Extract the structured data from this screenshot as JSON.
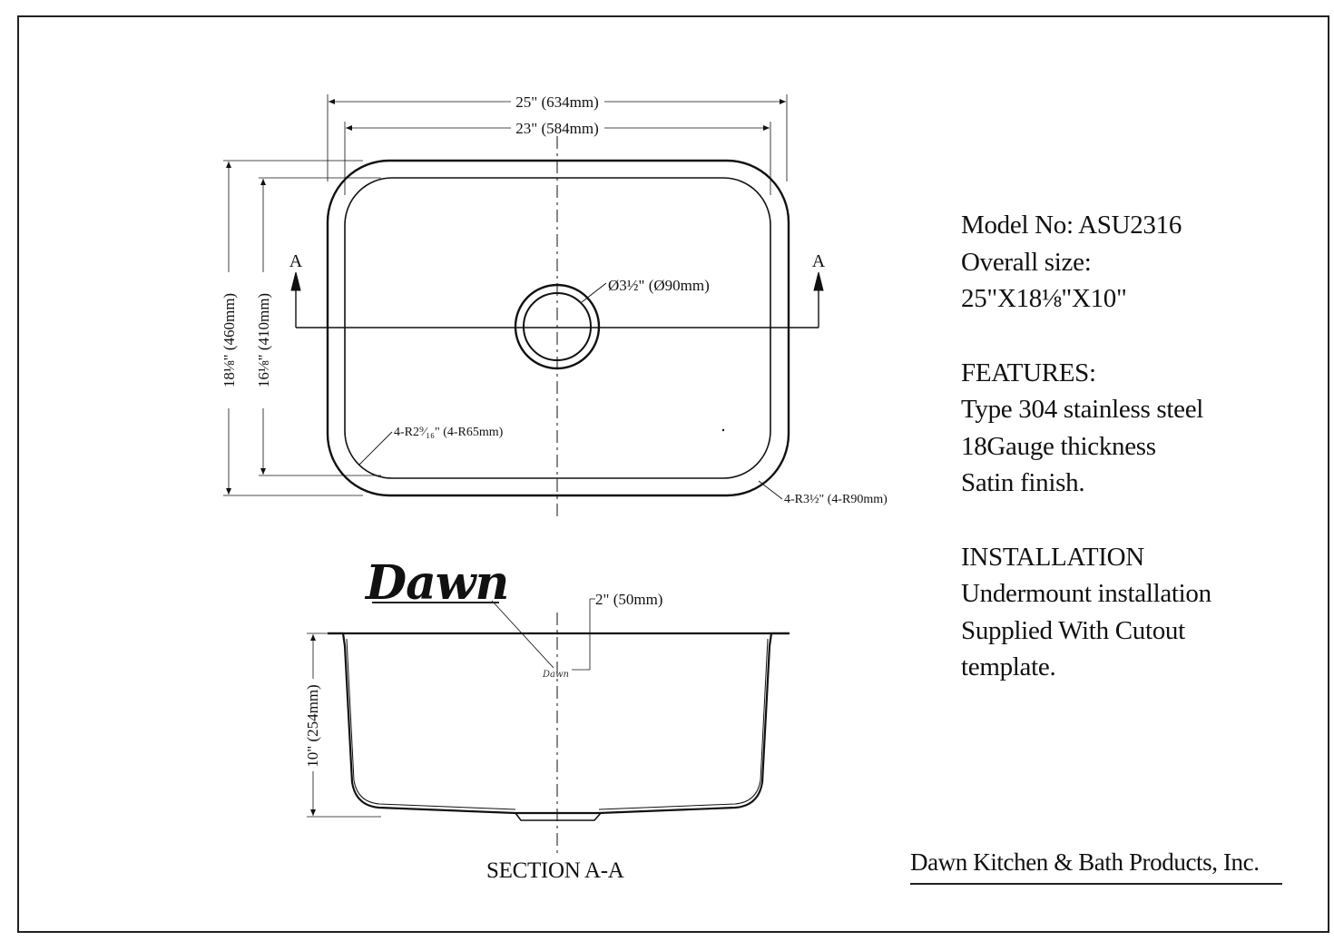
{
  "drawing": {
    "model": "Model No: ASU2316",
    "overall_label": "Overall size:",
    "overall_value": "25\"X18⅛\"X10\"",
    "features_title": "FEATURES:",
    "features": [
      "Type 304 stainless steel",
      "18Gauge thickness",
      "Satin finish."
    ],
    "installation_title": "INSTALLATION",
    "installation": [
      "Undermount installation",
      "Supplied With Cutout",
      "template."
    ],
    "company": "Dawn Kitchen & Bath Products, Inc.",
    "section_label": "SECTION A-A",
    "logo_text": "Dawn",
    "logo_small_text": "Dawn"
  },
  "dimensions": {
    "outer_width": "25\" (634mm)",
    "inner_width": "23\" (584mm)",
    "outer_depth": "18⅛\" (460mm)",
    "inner_depth": "16⅛\" (410mm)",
    "drain": "Ø3½\" (Ø90mm)",
    "inner_radius": "4-R2⁹⁄₁₆\" (4-R65mm)",
    "outer_radius": "4-R3½\" (4-R90mm)",
    "bowl_height": "10\" (254mm)",
    "flange_offset": "2\" (50mm)",
    "section_marker_left": "A",
    "section_marker_right": "A"
  }
}
